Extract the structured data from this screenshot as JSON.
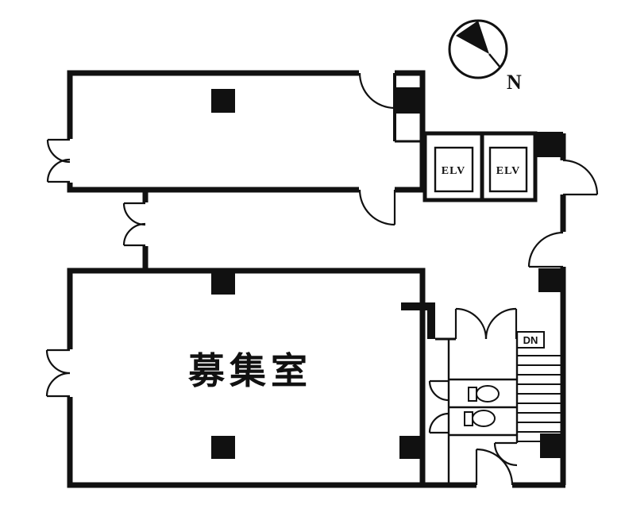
{
  "meta": {
    "type": "architectural-floor-plan",
    "background_color": "#ffffff",
    "line_color": "#111111"
  },
  "labels": {
    "main_room": "募集室",
    "elevator_left": "ELV",
    "elevator_right": "ELV",
    "stairs_direction": "DN",
    "compass_north": "N"
  },
  "rooms": [
    {
      "name": "upper-room",
      "label": ""
    },
    {
      "name": "main-room",
      "label": "募集室"
    },
    {
      "name": "elevator-left",
      "label": "ELV"
    },
    {
      "name": "elevator-right",
      "label": "ELV"
    },
    {
      "name": "stairwell",
      "label": "DN"
    },
    {
      "name": "restrooms",
      "label": ""
    }
  ]
}
